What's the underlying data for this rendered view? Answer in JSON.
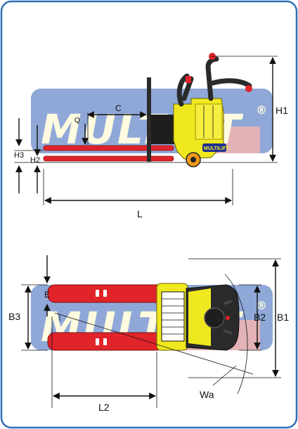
{
  "watermark": {
    "text": "MULTIFT",
    "registered": "®",
    "colors": {
      "band": "#8fa8d8",
      "letters": "#fffbe0",
      "accent": "#f2b4b0"
    }
  },
  "badge": {
    "text": "MULTILIFT"
  },
  "colors": {
    "frame": "#2f6fb6",
    "body_yellow": "#f0e81e",
    "fork_red": "#e0242a",
    "dark": "#1e1e1e"
  },
  "side_view": {
    "labels": {
      "c": "C",
      "q": "Q",
      "h1": "H1",
      "h2": "H2",
      "h3": "H3",
      "l": "L"
    }
  },
  "top_view": {
    "labels": {
      "e": "E",
      "b1": "B1",
      "b2": "B2",
      "b3": "B3",
      "l2": "L2",
      "wa": "Wa"
    }
  }
}
